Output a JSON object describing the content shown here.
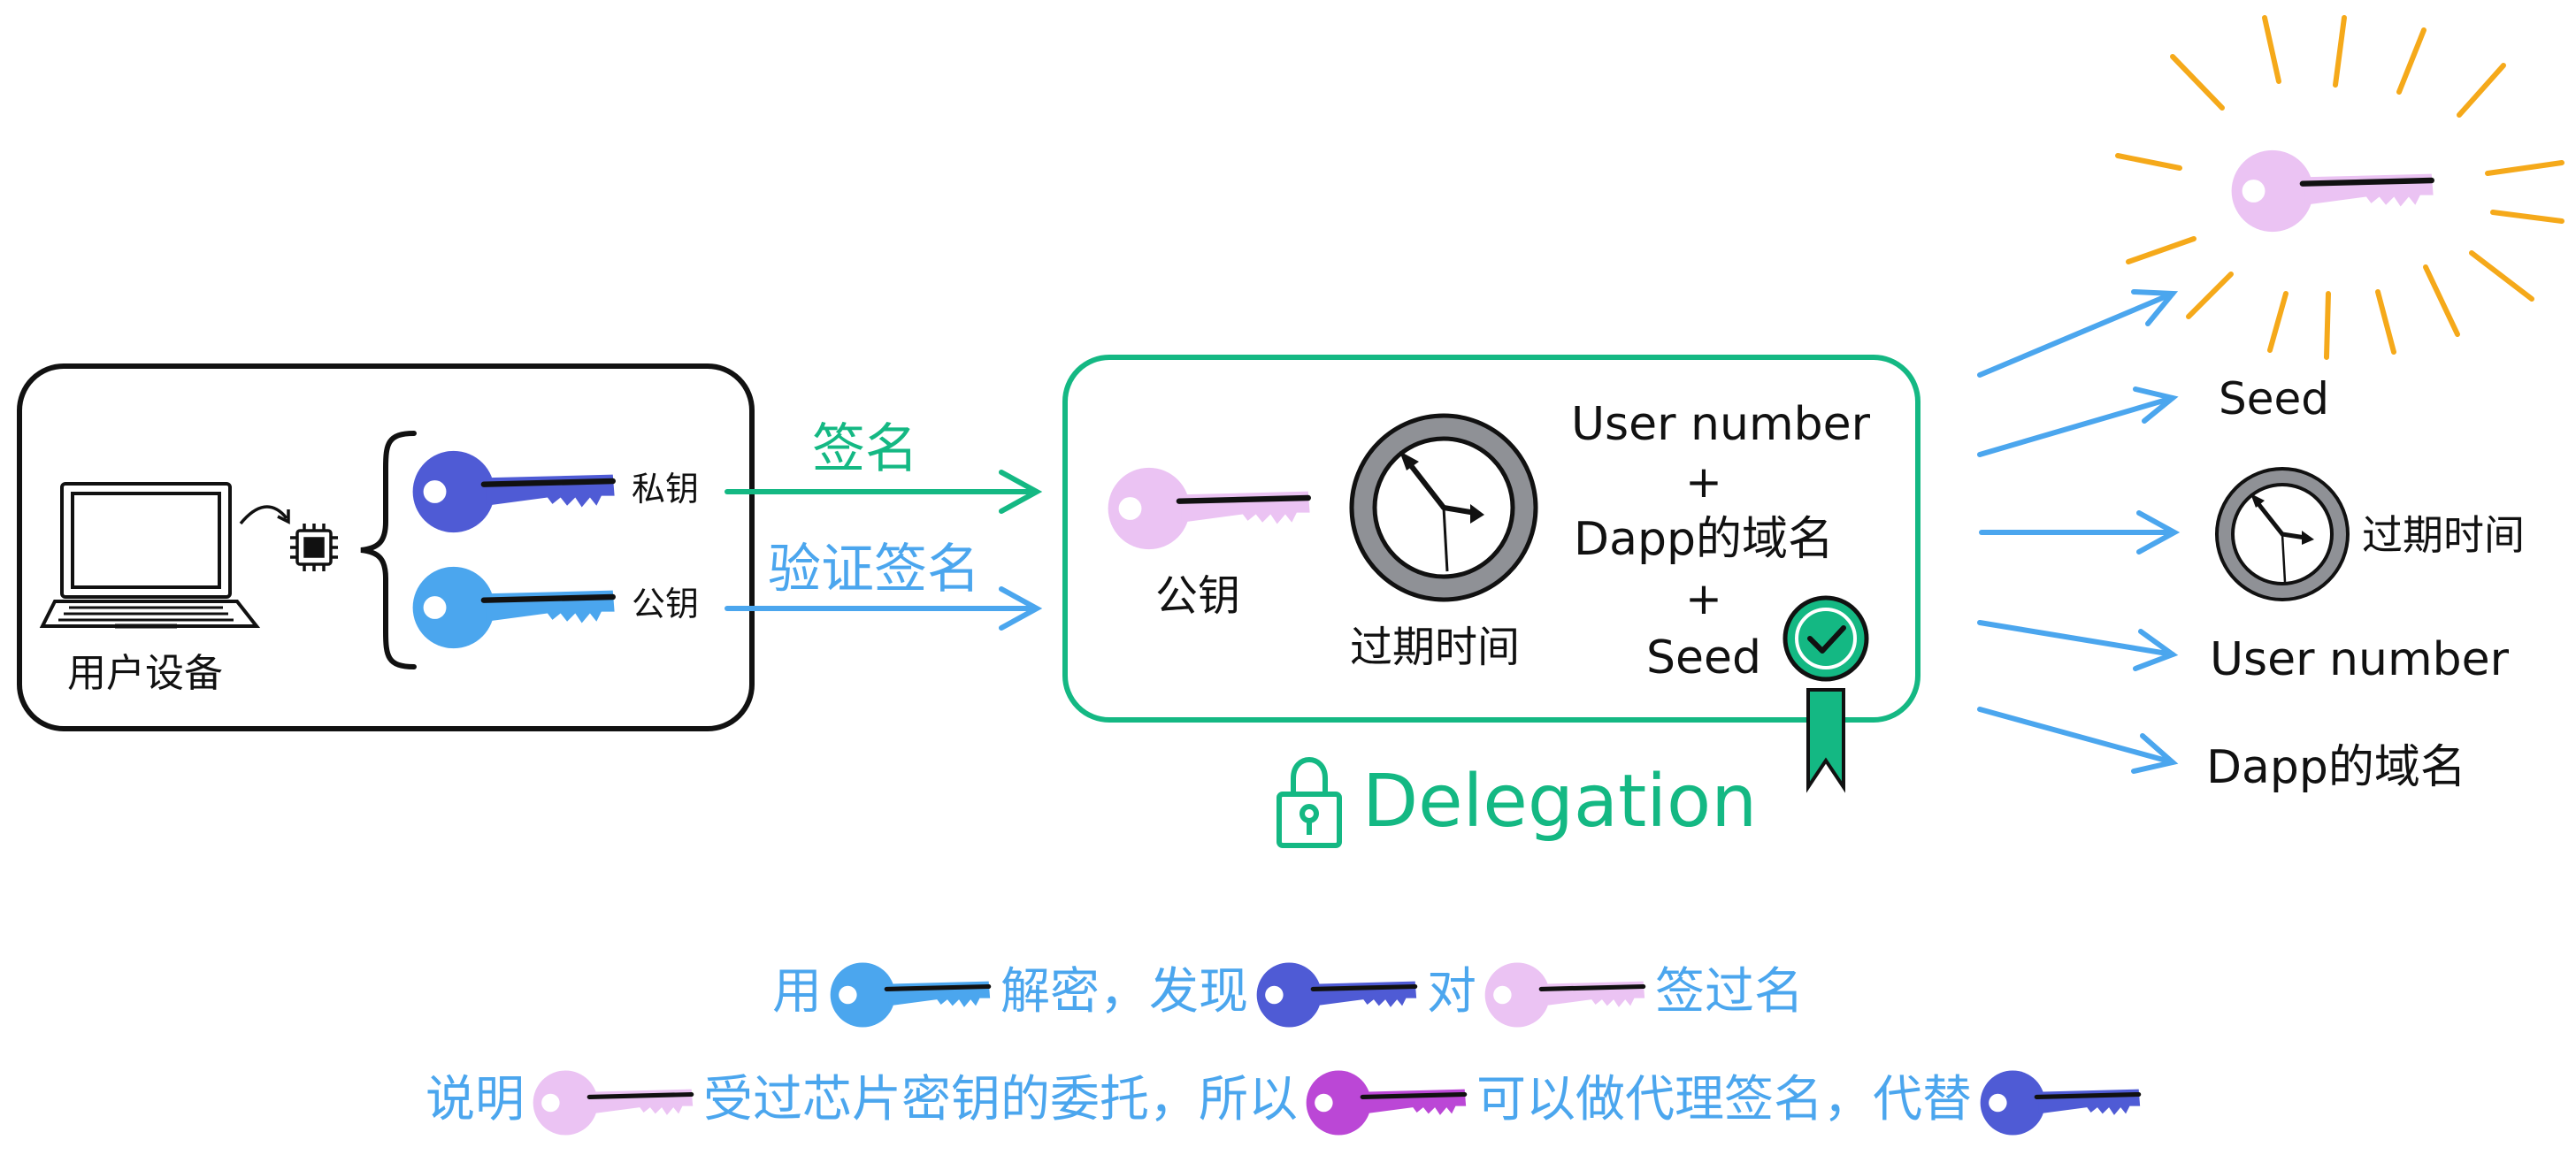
{
  "colors": {
    "ink": "#111111",
    "green": "#14b883",
    "blue": "#4ba6ee",
    "key_indigo": "#4f5bd5",
    "key_lightblue": "#4ba6ee",
    "key_pink": "#ebc3f3",
    "key_magenta": "#bb47d6",
    "sun": "#f5a91a",
    "clock_ring": "#8f9196"
  },
  "device_box": {
    "device_label": "用户设备",
    "private_key_label": "私钥",
    "public_key_label": "公钥"
  },
  "arrows": {
    "sign_label": "签名",
    "verify_label": "验证签名"
  },
  "delegation": {
    "public_key_label": "公钥",
    "expiry_label": "过期时间",
    "contents": {
      "line1": "User number",
      "plus1": "+",
      "line2": "Dapp的域名",
      "plus2": "+",
      "line3": "Seed"
    },
    "title": "Delegation"
  },
  "outputs": {
    "seed": "Seed",
    "expiry": "过期时间",
    "user_number": "User number",
    "dapp_domain": "Dapp的域名"
  },
  "explanation": {
    "line1": {
      "part1": "用",
      "part2": "解密，发现",
      "part3": "对",
      "part4": "签过名"
    },
    "line2": {
      "part1": "说明",
      "part2": "受过芯片密钥的委托，所以",
      "part3": "可以做代理签名，代替"
    }
  }
}
